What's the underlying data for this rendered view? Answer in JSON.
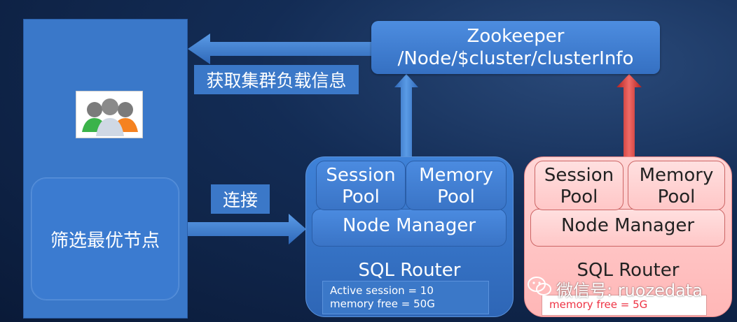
{
  "zookeeper": {
    "line1": "Zookeeper",
    "line2": "/Node/$cluster/clusterInfo"
  },
  "labels": {
    "get_load": "获取集群负载信息",
    "connect": "连接"
  },
  "client": {
    "filter_text": "筛选最优节点",
    "icon": "users-group-icon"
  },
  "routers": [
    {
      "session_pool": [
        "Session",
        "Pool"
      ],
      "memory_pool": [
        "Memory",
        "Pool"
      ],
      "node_manager": "Node Manager",
      "title": "SQL Router",
      "stats": [
        "Active session = 10",
        "memory free = 50G"
      ],
      "color": "#3f82d8"
    },
    {
      "session_pool": [
        "Session",
        "Pool"
      ],
      "memory_pool": [
        "Memory",
        "Pool"
      ],
      "node_manager": "Node Manager",
      "title": "SQL Router",
      "stats": [
        "memory free = 5G"
      ],
      "color": "#ffc4c4"
    }
  ],
  "watermark": {
    "text": "微信号: ruozedata",
    "icon": "wechat-icon"
  },
  "colors": {
    "arrow_blue": "#3f7fd0",
    "arrow_red": "#d9322f"
  }
}
